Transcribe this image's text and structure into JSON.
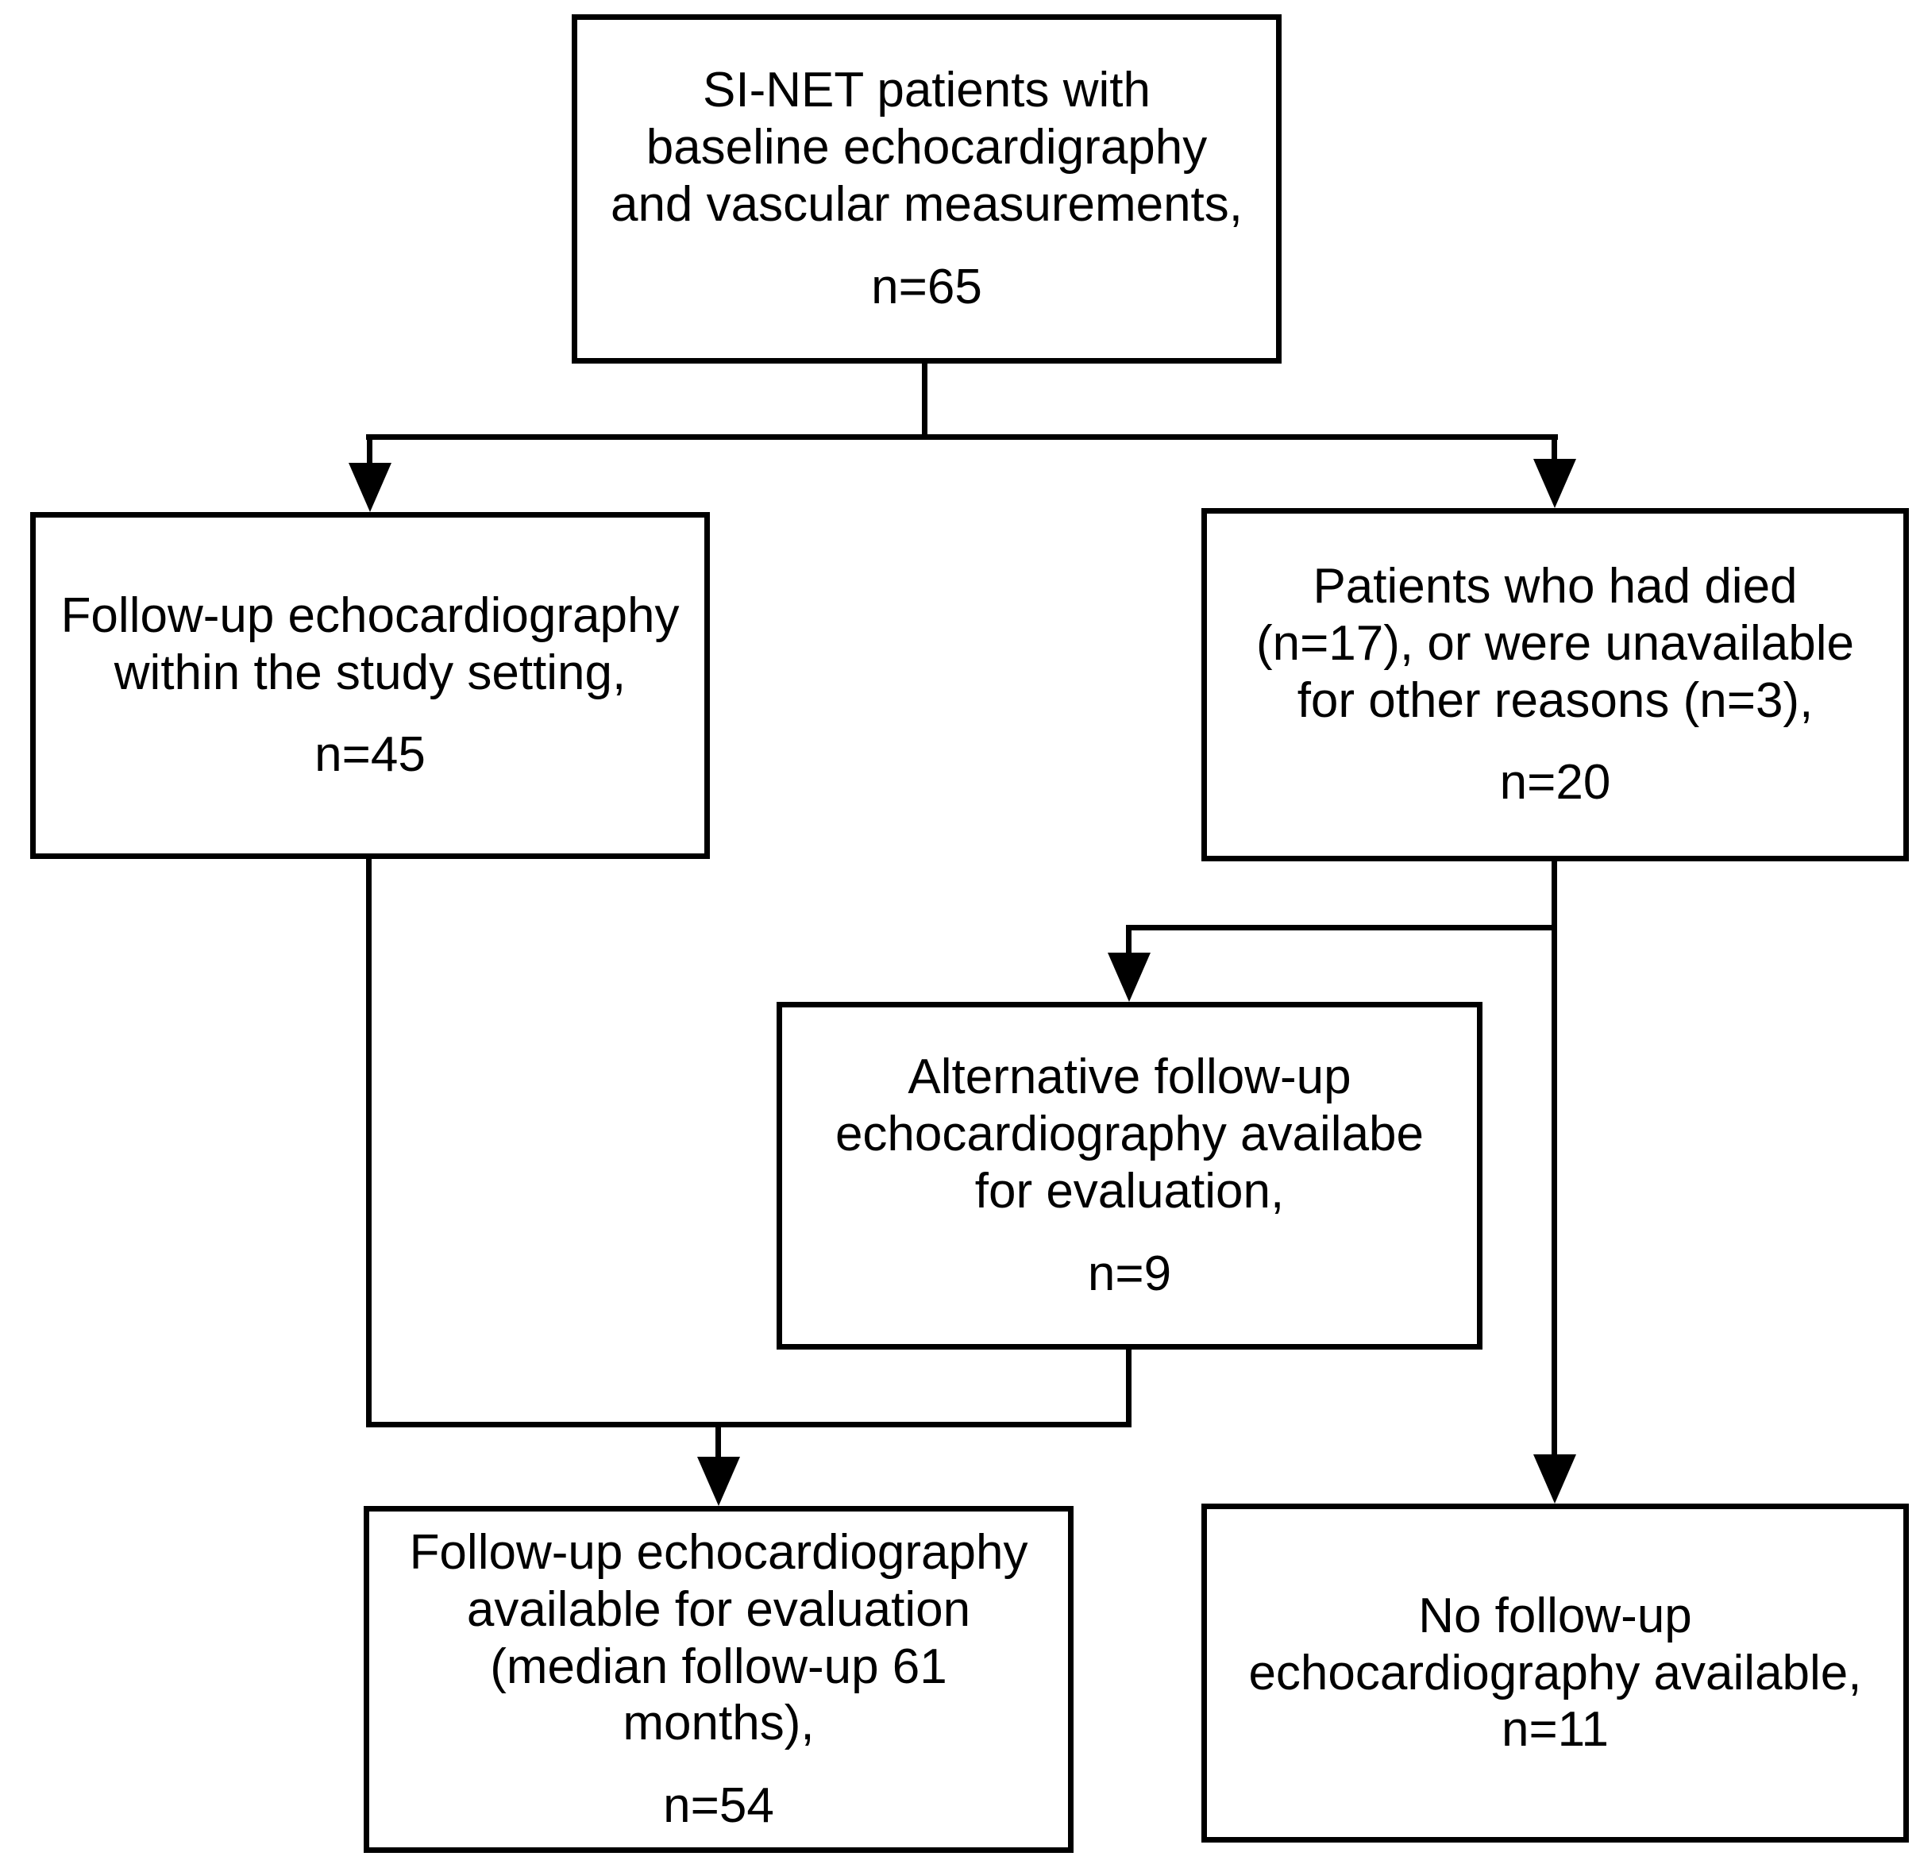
{
  "diagram": {
    "background": "#ffffff",
    "line_color": "#000000",
    "boxes": {
      "total": {
        "text": "SI-NET patients with\nbaseline echocardigraphy\nand vascular measurements,",
        "n": "n=65"
      },
      "followup_in_study": {
        "text": "Follow-up echocardiography\nwithin the study setting,",
        "n": "n=45"
      },
      "died_or_unavailable": {
        "text": "Patients who had died\n(n=17), or were unavailable\nfor other reasons (n=3),",
        "n": "n=20"
      },
      "alternative_followup": {
        "text": "Alternative follow-up\nechocardiography availabe\nfor evaluation,",
        "n": "n=9"
      },
      "followup_available": {
        "text": "Follow-up echocardiography\navailable for evaluation\n(median follow-up 61\nmonths),",
        "n": "n=54"
      },
      "no_followup": {
        "text": "No follow-up\nechocardiography available,",
        "n": "n=11"
      }
    }
  }
}
